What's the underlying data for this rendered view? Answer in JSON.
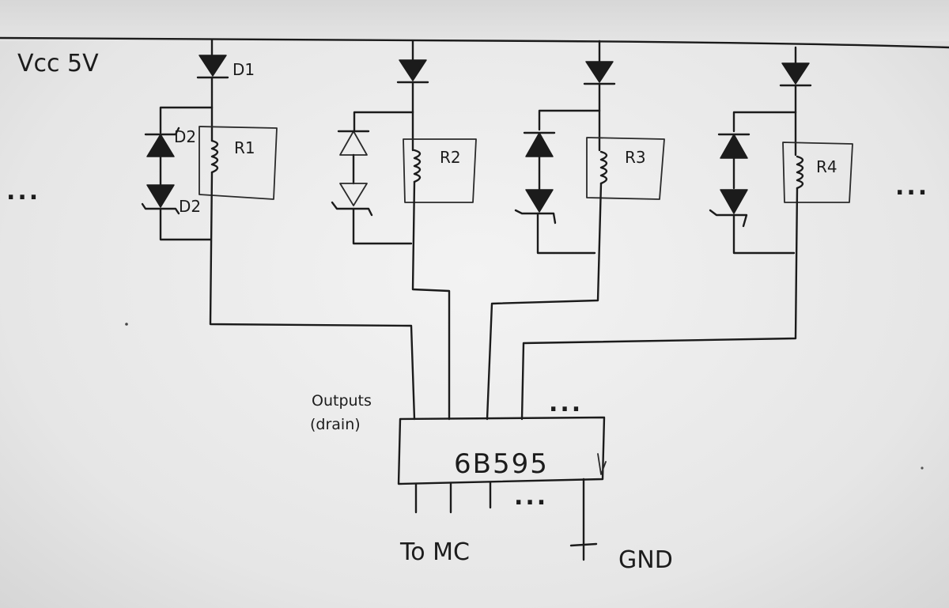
{
  "supply": {
    "label": "Vcc 5V"
  },
  "chip": {
    "label": "6B595",
    "outputs_label_1": "Outputs",
    "outputs_label_2": "(drain)"
  },
  "bottom": {
    "to_mc": "To MC",
    "gnd": "GND"
  },
  "channels": [
    {
      "diode_label": "D1",
      "zener_top_label": "D2",
      "zener_bottom_label": "D2",
      "relay_label": "R1"
    },
    {
      "diode_label": "",
      "zener_top_label": "",
      "zener_bottom_label": "",
      "relay_label": "R2"
    },
    {
      "diode_label": "",
      "zener_top_label": "",
      "zener_bottom_label": "",
      "relay_label": "R3"
    },
    {
      "diode_label": "",
      "zener_top_label": "",
      "zener_bottom_label": "",
      "relay_label": "R4"
    }
  ],
  "ellipsis": {
    "left": "...",
    "right": "...",
    "chip_top": "...",
    "chip_bottom": "..."
  },
  "ink_color": "#1b1b1b",
  "paper_color": "#efefef"
}
